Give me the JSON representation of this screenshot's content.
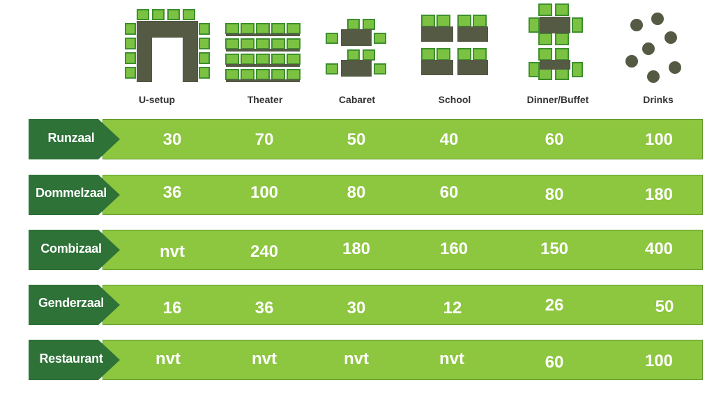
{
  "columns": [
    "U-setup",
    "Theater",
    "Cabaret",
    "School",
    "Dinner/Buffet",
    "Drinks"
  ],
  "icons": [
    "u-setup-icon",
    "theater-icon",
    "cabaret-icon",
    "school-icon",
    "dinner-buffet-icon",
    "drinks-icon"
  ],
  "colors": {
    "dark_green": "#2e7238",
    "light_green": "#8dc63f",
    "table": "#545a43",
    "chair": "#7cc242"
  },
  "rows": [
    {
      "name": "Runzaal",
      "values": [
        "30",
        "70",
        "50",
        "40",
        "60",
        "100"
      ]
    },
    {
      "name": "Dommelzaal",
      "values": [
        "36",
        "100",
        "80",
        "60",
        "80",
        "180"
      ]
    },
    {
      "name": "Combizaal",
      "values": [
        "nvt",
        "240",
        "180",
        "160",
        "150",
        "400"
      ]
    },
    {
      "name": "Genderzaal",
      "values": [
        "16",
        "36",
        "30",
        "12",
        "26",
        "50"
      ]
    },
    {
      "name": "Restaurant",
      "values": [
        "nvt",
        "nvt",
        "nvt",
        "nvt",
        "60",
        "100"
      ]
    }
  ]
}
